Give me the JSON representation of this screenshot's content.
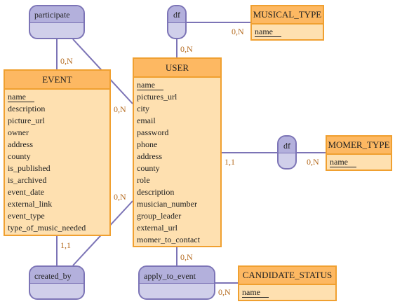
{
  "entities": {
    "event": {
      "name": "EVENT",
      "key": "name",
      "attributes": [
        "description",
        "picture_url",
        "owner",
        "address",
        "county",
        "is_published",
        "is_archived",
        "event_date",
        "external_link",
        "event_type",
        "type_of_music_needed"
      ]
    },
    "user": {
      "name": "USER",
      "key": "name",
      "attributes": [
        "pictures_url",
        "city",
        "email",
        "password",
        "phone",
        "address",
        "county",
        "role",
        "description",
        "musician_number",
        "group_leader",
        "external_url",
        "momer_to_contact"
      ]
    },
    "musical_type": {
      "name": "MUSICAL_TYPE",
      "key": "name"
    },
    "momer_type": {
      "name": "MOMER_TYPE",
      "key": "name"
    },
    "candidate_status": {
      "name": "CANDIDATE_STATUS",
      "key": "name"
    }
  },
  "associations": {
    "participate": "participate",
    "df_top": "df",
    "df_right": "df",
    "created_by": "created_by",
    "apply_to_event": "apply_to_event"
  },
  "cardinalities": {
    "participate_event": "0,N",
    "participate_user": "0,N",
    "df_top_user": "0,N",
    "df_top_musical_type": "0,N",
    "df_right_user": "1,1",
    "df_right_momer_type": "0,N",
    "created_by_event": "1,1",
    "created_by_user": "0,N",
    "apply_user": "0,N",
    "apply_candidate_status": "0,N"
  },
  "colors": {
    "entity_fill": "#fee0b0",
    "entity_header": "#fdb862",
    "entity_border": "#f0a030",
    "assoc_fill": "#d0cfea",
    "assoc_header": "#b3b0dc",
    "link": "#7c74b6",
    "cardinality": "#b46a1e"
  }
}
